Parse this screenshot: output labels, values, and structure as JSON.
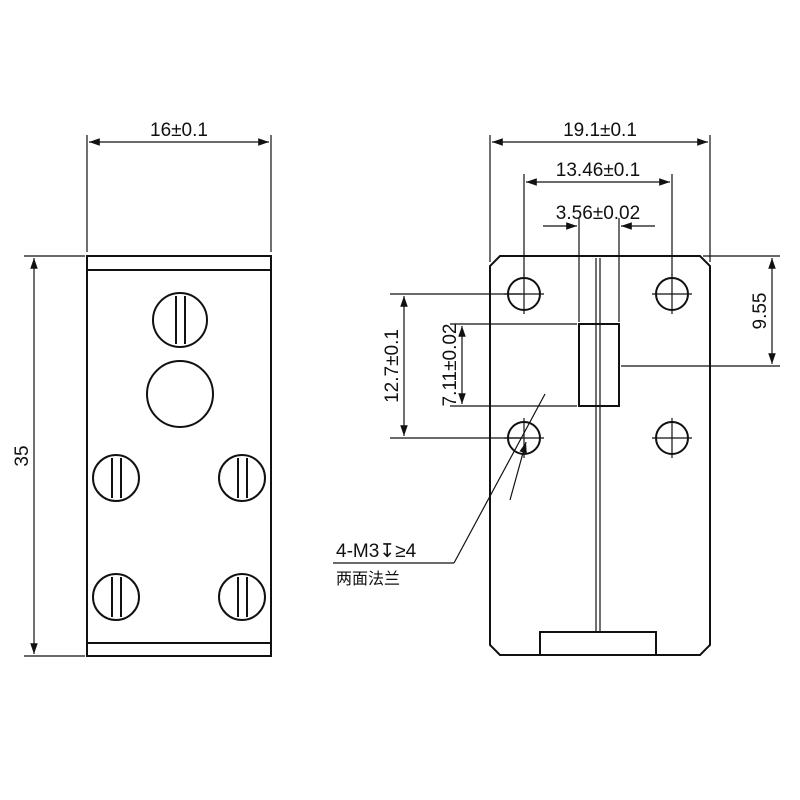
{
  "left_view": {
    "width_dim": "16±0.1",
    "height_dim": "35"
  },
  "right_view": {
    "width_dim": "19.1±0.1",
    "hole_spacing_h": "13.46±0.1",
    "slot_width": "3.56±0.02",
    "hole_offset_v": "9.55",
    "hole_spacing_v": "12.7±0.1",
    "slot_height": "7.11±0.02",
    "thread_callout": "4-M3↧≥4",
    "thread_note": "两面法兰"
  }
}
